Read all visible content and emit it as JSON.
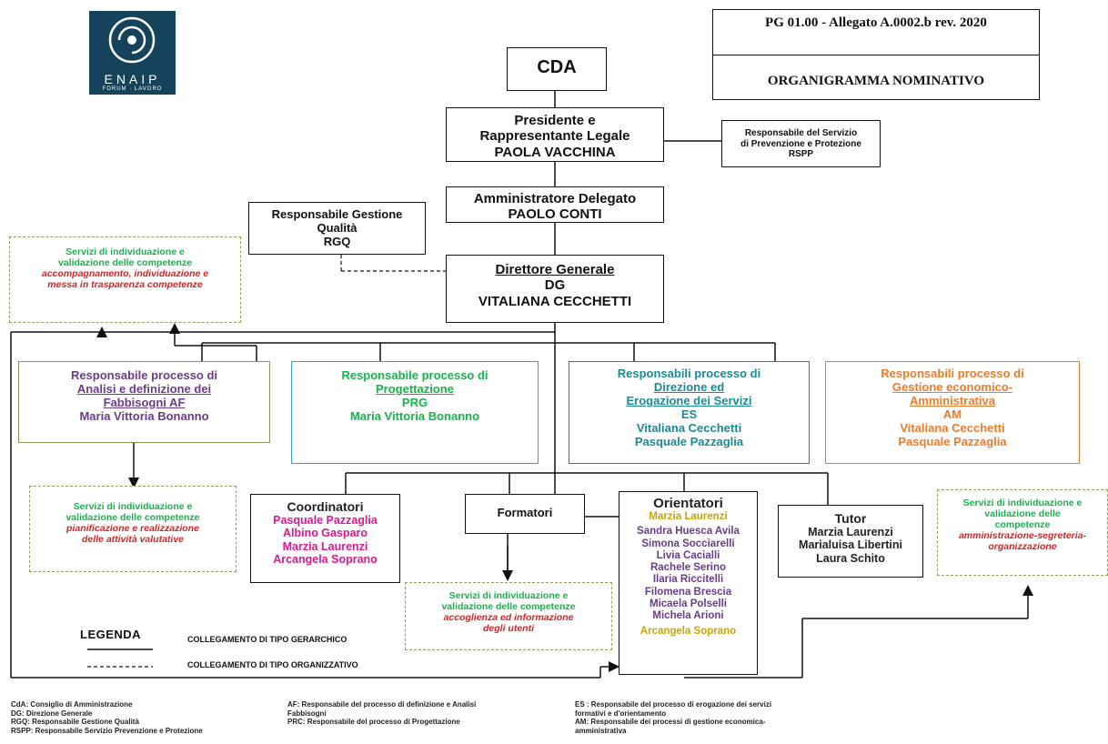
{
  "header": {
    "doc_code": "PG 01.00  -  Allegato A.0002.b rev. 2020",
    "doc_title": "ORGANIGRAMMA NOMINATIVO",
    "logo_text": "ENAIP",
    "logo_subtext": "FORUM · LAVORO"
  },
  "cda": {
    "label": "CDA"
  },
  "president": {
    "role1": "Presidente e",
    "role2": "Rappresentante Legale",
    "name": "PAOLA VACCHINA"
  },
  "rspp": {
    "line1": "Responsabile del Servizio",
    "line2": "di Prevenzione e Protezione",
    "line3": "RSPP"
  },
  "ad": {
    "role": "Amministratore Delegato",
    "name": "PAOLO CONTI"
  },
  "rgq": {
    "line1": "Responsabile Gestione",
    "line2": "Qualità",
    "line3": "RGQ"
  },
  "dg": {
    "role": "Direttore Generale",
    "abbr": "DG",
    "name": "VITALIANA CECCHETTI"
  },
  "service_top_left": {
    "title1": "Servizi di individuazione e",
    "title2": "validazione delle competenze",
    "sub1": "accompagnamento, individuazione e",
    "sub2": "messa in trasparenza competenze"
  },
  "af": {
    "line1": "Responsabile processo di",
    "line2": "Analisi e definizione dei",
    "line3": "Fabbisogni AF",
    "name": "Maria Vittoria Bonanno"
  },
  "prg": {
    "line1": "Responsabile processo di",
    "line2": "Progettazione",
    "abbr": "PRG",
    "name": "Maria Vittoria Bonanno"
  },
  "es": {
    "line1": "Responsabili processo di",
    "line2": "Direzione ed",
    "line3": "Erogazione dei Servizi",
    "abbr": "ES",
    "names": [
      "Vitaliana Cecchetti",
      "Pasquale Pazzaglia"
    ]
  },
  "am": {
    "line1": "Responsabili processo di",
    "line2": "Gestione economico-",
    "line3": "Amministrativa",
    "abbr": "AM",
    "names": [
      "Vitaliana Cecchetti",
      "Pasquale Pazzaglia"
    ]
  },
  "service_mid_left": {
    "title1": "Servizi di individuazione e",
    "title2": "validazione delle competenze",
    "sub1": "pianificazione e realizzazione",
    "sub2": "delle attività valutative"
  },
  "coordinatori": {
    "title": "Coordinatori",
    "names": [
      "Pasquale Pazzaglia",
      "Albino Gasparo",
      "Marzia Laurenzi",
      "Arcangela Soprano"
    ]
  },
  "formatori": {
    "title": "Formatori"
  },
  "orientatori": {
    "title": "Orientatori",
    "first": "Marzia Laurenzi",
    "names": [
      "Sandra Huesca Avila",
      "Simona Socciarelli",
      "Livia Cacialli",
      "Rachele Serino",
      "Ilaria Riccitelli",
      "Filomena Brescia",
      "Micaela Polselli",
      "Michela Arioni"
    ],
    "last": "Arcangela Soprano"
  },
  "tutor": {
    "title": "Tutor",
    "names": [
      "Marzia Laurenzi",
      "Marialuisa Libertini",
      "Laura Schito"
    ]
  },
  "service_bottom_center": {
    "title1": "Servizi di individuazione e",
    "title2": "validazione delle competenze",
    "sub1": "accoglienza ed informazione",
    "sub2": "degli utenti"
  },
  "service_right": {
    "title1": "Servizi di individuazione e",
    "title2": "validazione delle",
    "title3": "competenze",
    "sub1": "amministrazione-segreteria-",
    "sub2": "organizzazione"
  },
  "legend": {
    "title": "LEGENDA",
    "hier": "COLLEGAMENTO DI TIPO GERARCHICO",
    "org": "COLLEGAMENTO DI TIPO ORGANIZZATIVO"
  },
  "footer": {
    "col1": [
      "CdA: Consiglio di Amministrazione",
      "DG:   Direzione Generale",
      "RGQ: Responsabile Gestione Qualità",
      "RSPP: Responsabile Servizio Prevenzione e Protezione"
    ],
    "col2": [
      "AF: Responsabile del processo di definizione e Analisi",
      "Fabbisogni",
      "PRC: Responsabile del processo di Progettazione"
    ],
    "col3": [
      "ES : Responsabile del processo di erogazione dei servizi",
      "formativi e d'orientamento",
      "AM: Responsabile dei processi di gestione economica-",
      "amministrativa"
    ]
  },
  "colors": {
    "green": "#17b34a",
    "red": "#e01e1e",
    "purple": "#6b3b8c",
    "teal": "#1a8a98",
    "orange": "#f07a28",
    "magenta": "#e0178f",
    "gold": "#c9a400",
    "logo_bg": "#16435c"
  }
}
